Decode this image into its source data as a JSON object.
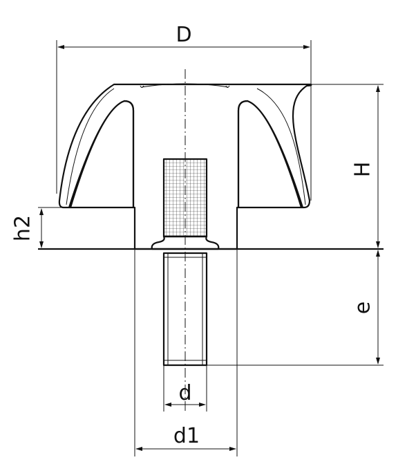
{
  "labels": {
    "D": "D",
    "H": "H",
    "h2": "h2",
    "e": "e",
    "d": "d",
    "d1": "d1"
  },
  "colors": {
    "line": "#111111",
    "background": "#ffffff"
  }
}
